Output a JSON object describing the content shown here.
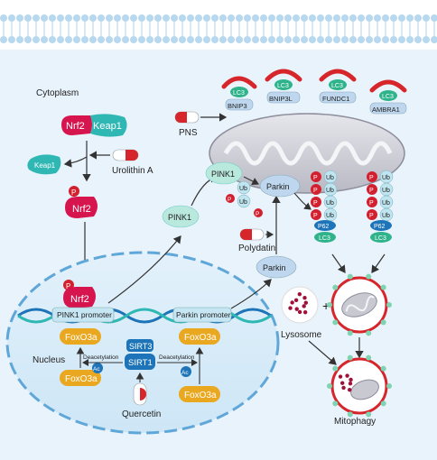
{
  "labels": {
    "cytoplasm": "Cytoplasm",
    "nucleus": "Nucleus",
    "nrf2": "Nrf2",
    "keap1": "Keap1",
    "p": "P",
    "ub": "Ub",
    "urolithin_a": "Urolithin A",
    "pns": "PNS",
    "polydatin": "Polydatin",
    "quercetin": "Quercetin",
    "pink1": "PINK1",
    "parkin": "Parkin",
    "p62": "P62",
    "lc3": "LC3",
    "bnip3": "BNIP3",
    "bnip3l": "BNIP3L",
    "fundc1": "FUNDC1",
    "ambra1": "AMBRA1",
    "pink1_promoter": "PINK1 promoter",
    "parkin_promoter": "Parkin promoter",
    "foxo3a": "FoxO3a",
    "sirt3": "SIRT3",
    "sirt1": "SIRT1",
    "ac": "Ac",
    "deacetylation": "Deacetylation",
    "lysosome": "Lysosome",
    "plus": "+",
    "mitophagy": "Mitophagy"
  },
  "colors": {
    "nrf2": "#d6154f",
    "keap1": "#2fb7b3",
    "pink1": "#b9e8dc",
    "parkin": "#bfd7ee",
    "lc3": "#2fb38a",
    "foxo3a": "#e9a820",
    "sirt": "#1d74b8",
    "p_red": "#d2202f",
    "membrane": "#cfe6f5"
  }
}
